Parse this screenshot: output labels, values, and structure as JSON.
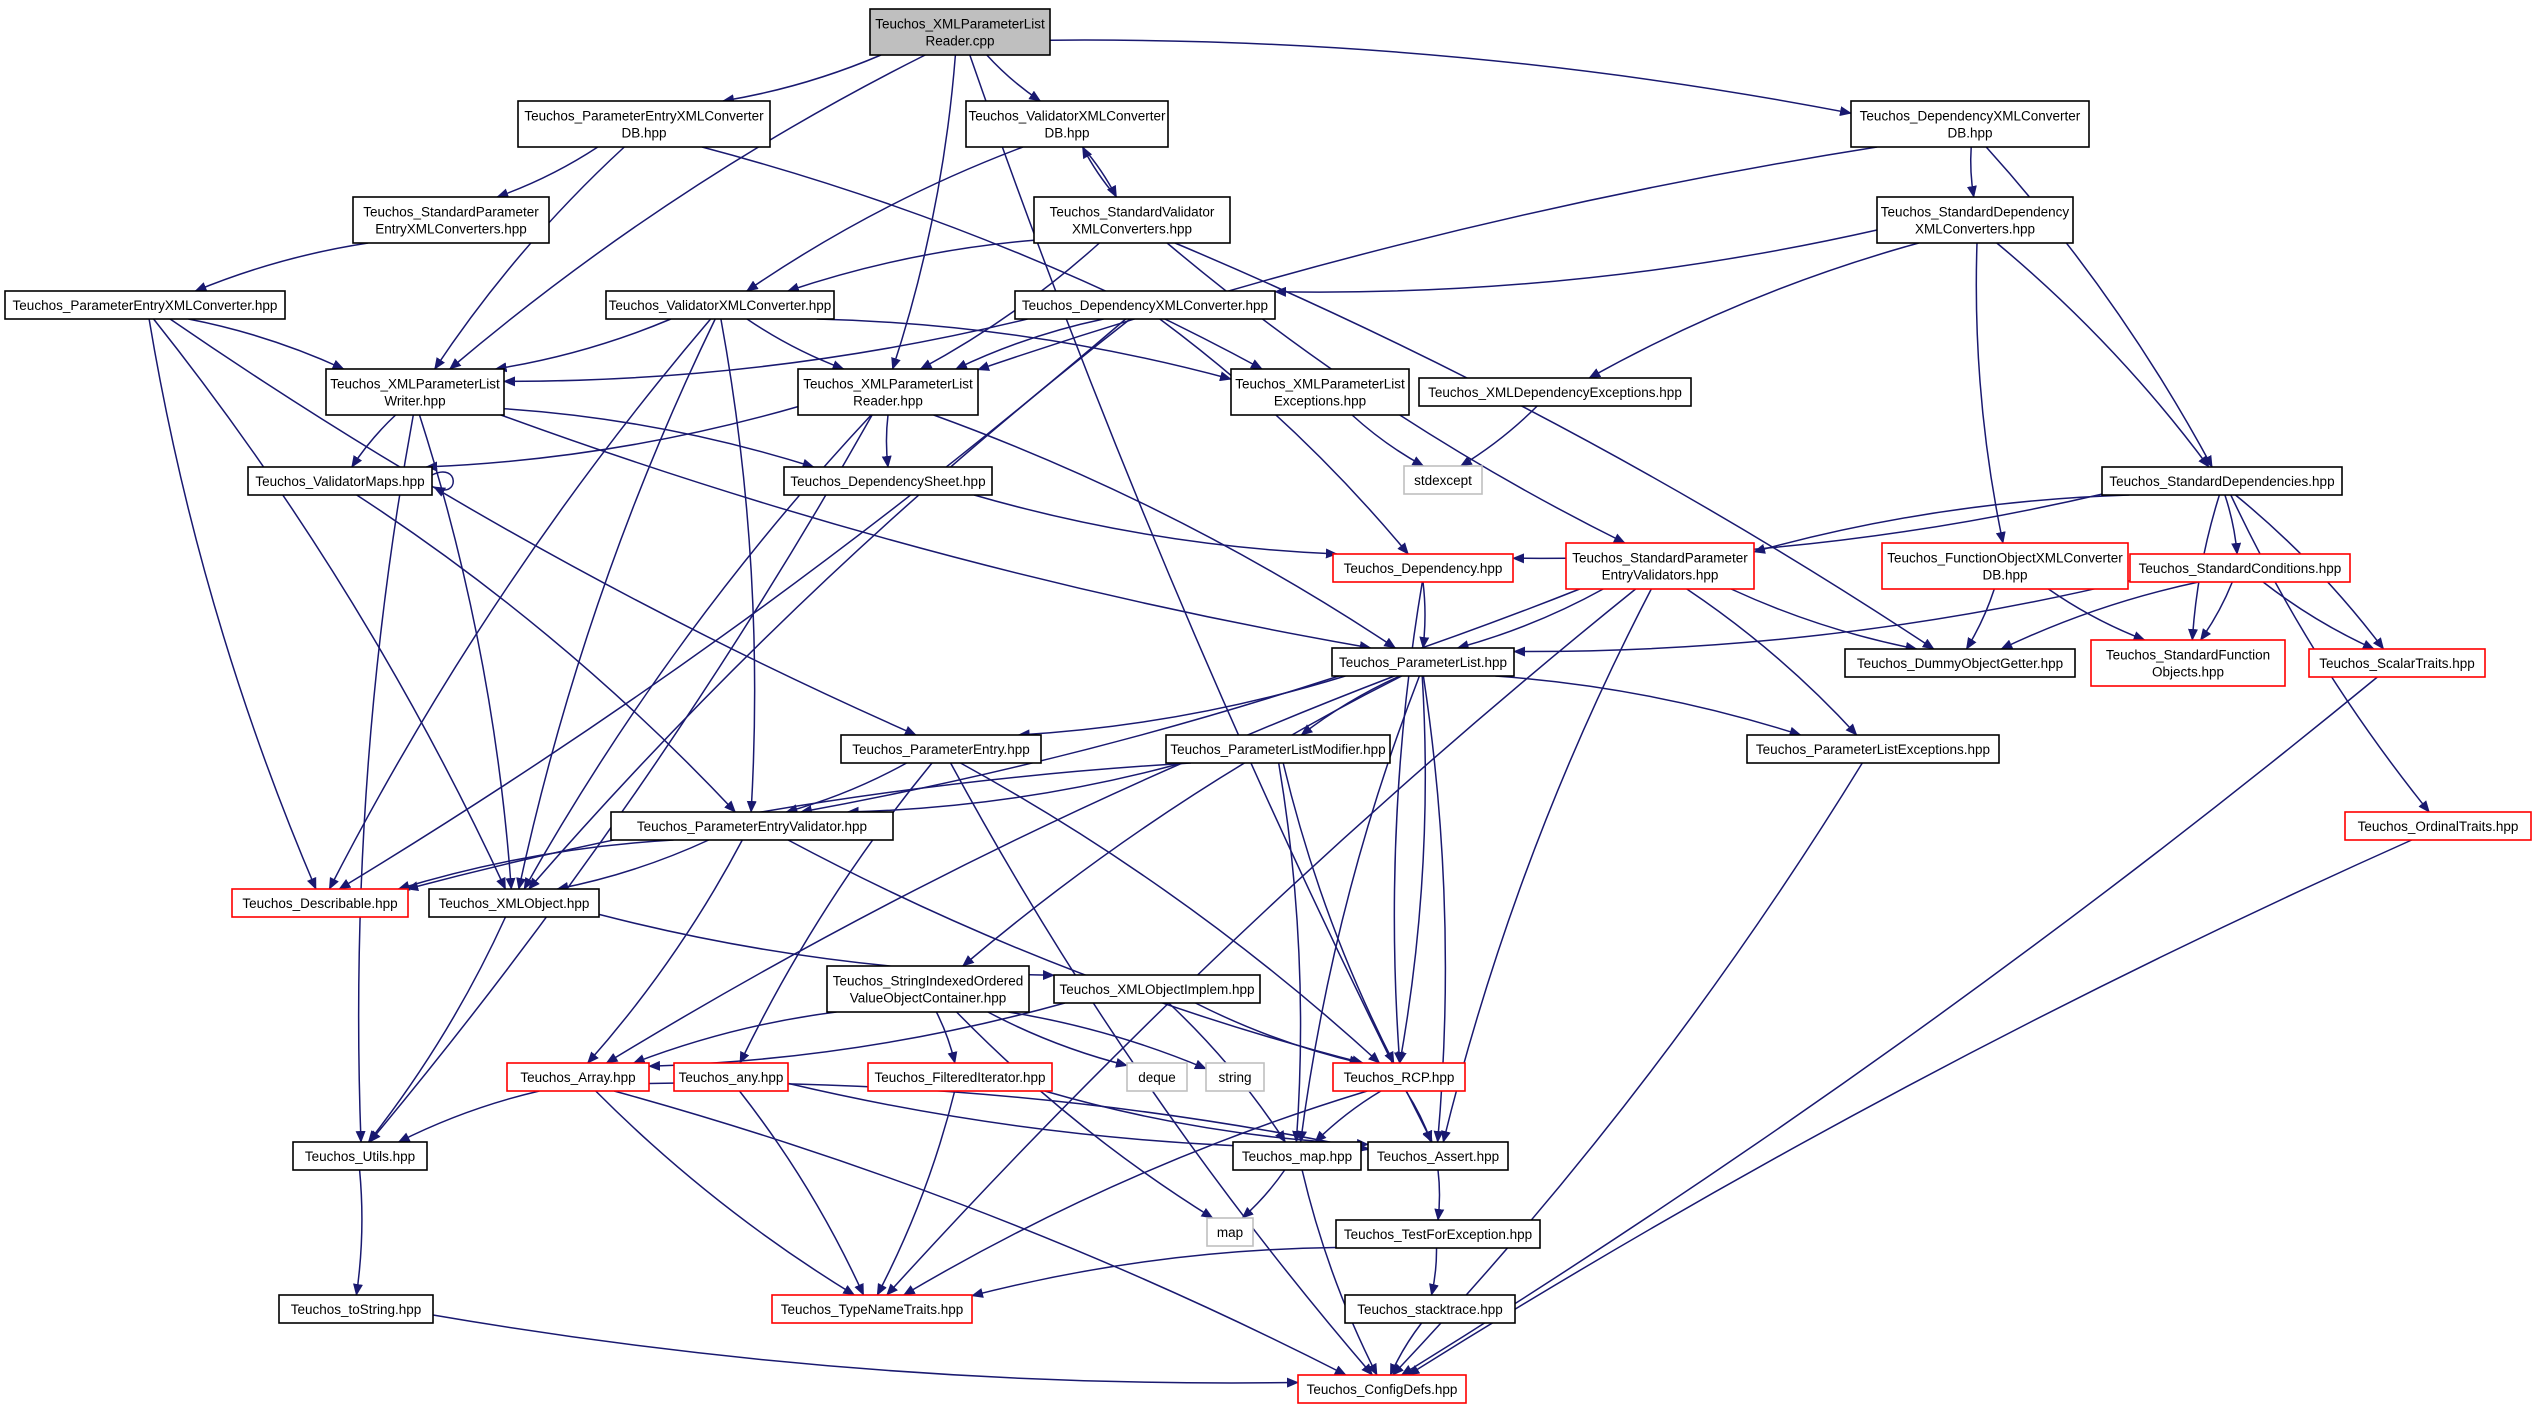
{
  "graph": {
    "colors": {
      "edge": "#191970",
      "normal_border": "#000000",
      "external_border": "#ff0000",
      "system_border": "#bfbfbf",
      "root_fill": "#bfbfbf"
    },
    "nodes": [
      {
        "id": "root",
        "lines": [
          "Teuchos_XMLParameterList",
          "Reader.cpp"
        ],
        "style": "root"
      },
      {
        "id": "pexmlcdb",
        "lines": [
          "Teuchos_ParameterEntryXMLConverter",
          "DB.hpp"
        ],
        "style": "normal"
      },
      {
        "id": "vxmlcdb",
        "lines": [
          "Teuchos_ValidatorXMLConverter",
          "DB.hpp"
        ],
        "style": "normal"
      },
      {
        "id": "depxmlcdb",
        "lines": [
          "Teuchos_DependencyXMLConverter",
          "DB.hpp"
        ],
        "style": "normal"
      },
      {
        "id": "stdpexmlc",
        "lines": [
          "Teuchos_StandardParameter",
          "EntryXMLConverters.hpp"
        ],
        "style": "normal"
      },
      {
        "id": "stdvxmlc",
        "lines": [
          "Teuchos_StandardValidator",
          "XMLConverters.hpp"
        ],
        "style": "normal"
      },
      {
        "id": "stddepxmlc",
        "lines": [
          "Teuchos_StandardDependency",
          "XMLConverters.hpp"
        ],
        "style": "normal"
      },
      {
        "id": "pexmlc",
        "lines": [
          "Teuchos_ParameterEntryXMLConverter.hpp"
        ],
        "style": "normal"
      },
      {
        "id": "vxmlc",
        "lines": [
          "Teuchos_ValidatorXMLConverter.hpp"
        ],
        "style": "normal"
      },
      {
        "id": "depxmlc",
        "lines": [
          "Teuchos_DependencyXMLConverter.hpp"
        ],
        "style": "normal"
      },
      {
        "id": "xmlwriter",
        "lines": [
          "Teuchos_XMLParameterList",
          "Writer.hpp"
        ],
        "style": "normal"
      },
      {
        "id": "xmlreader",
        "lines": [
          "Teuchos_XMLParameterList",
          "Reader.hpp"
        ],
        "style": "normal"
      },
      {
        "id": "xmlexc",
        "lines": [
          "Teuchos_XMLParameterList",
          "Exceptions.hpp"
        ],
        "style": "normal"
      },
      {
        "id": "xmldepexc",
        "lines": [
          "Teuchos_XMLDependencyExceptions.hpp"
        ],
        "style": "normal"
      },
      {
        "id": "stdexcept",
        "lines": [
          "stdexcept"
        ],
        "style": "system"
      },
      {
        "id": "vmaps",
        "lines": [
          "Teuchos_ValidatorMaps.hpp"
        ],
        "style": "normal"
      },
      {
        "id": "depsheet",
        "lines": [
          "Teuchos_DependencySheet.hpp"
        ],
        "style": "normal"
      },
      {
        "id": "stddeps",
        "lines": [
          "Teuchos_StandardDependencies.hpp"
        ],
        "style": "normal"
      },
      {
        "id": "dependency",
        "lines": [
          "Teuchos_Dependency.hpp"
        ],
        "style": "external"
      },
      {
        "id": "stdpev",
        "lines": [
          "Teuchos_StandardParameter",
          "EntryValidators.hpp"
        ],
        "style": "external"
      },
      {
        "id": "fobjxmlcdb",
        "lines": [
          "Teuchos_FunctionObjectXMLConverter",
          "DB.hpp"
        ],
        "style": "external"
      },
      {
        "id": "stdcond",
        "lines": [
          "Teuchos_StandardConditions.hpp"
        ],
        "style": "external"
      },
      {
        "id": "plist",
        "lines": [
          "Teuchos_ParameterList.hpp"
        ],
        "style": "normal"
      },
      {
        "id": "dummyobj",
        "lines": [
          "Teuchos_DummyObjectGetter.hpp"
        ],
        "style": "normal"
      },
      {
        "id": "stdfunc",
        "lines": [
          "Teuchos_StandardFunction",
          "Objects.hpp"
        ],
        "style": "external"
      },
      {
        "id": "scalar",
        "lines": [
          "Teuchos_ScalarTraits.hpp"
        ],
        "style": "external"
      },
      {
        "id": "pentry",
        "lines": [
          "Teuchos_ParameterEntry.hpp"
        ],
        "style": "normal"
      },
      {
        "id": "plmod",
        "lines": [
          "Teuchos_ParameterListModifier.hpp"
        ],
        "style": "normal"
      },
      {
        "id": "plexc",
        "lines": [
          "Teuchos_ParameterListExceptions.hpp"
        ],
        "style": "normal"
      },
      {
        "id": "ordinal",
        "lines": [
          "Teuchos_OrdinalTraits.hpp"
        ],
        "style": "external"
      },
      {
        "id": "pev",
        "lines": [
          "Teuchos_ParameterEntryValidator.hpp"
        ],
        "style": "normal"
      },
      {
        "id": "describable",
        "lines": [
          "Teuchos_Describable.hpp"
        ],
        "style": "external"
      },
      {
        "id": "xmlobject",
        "lines": [
          "Teuchos_XMLObject.hpp"
        ],
        "style": "normal"
      },
      {
        "id": "sioc",
        "lines": [
          "Teuchos_StringIndexedOrdered",
          "ValueObjectContainer.hpp"
        ],
        "style": "normal"
      },
      {
        "id": "xmlobjimpl",
        "lines": [
          "Teuchos_XMLObjectImplem.hpp"
        ],
        "style": "normal"
      },
      {
        "id": "array",
        "lines": [
          "Teuchos_Array.hpp"
        ],
        "style": "external"
      },
      {
        "id": "any",
        "lines": [
          "Teuchos_any.hpp"
        ],
        "style": "external"
      },
      {
        "id": "filtered",
        "lines": [
          "Teuchos_FilteredIterator.hpp"
        ],
        "style": "external"
      },
      {
        "id": "deque",
        "lines": [
          "deque"
        ],
        "style": "system"
      },
      {
        "id": "string",
        "lines": [
          "string"
        ],
        "style": "system"
      },
      {
        "id": "rcp",
        "lines": [
          "Teuchos_RCP.hpp"
        ],
        "style": "external"
      },
      {
        "id": "utils",
        "lines": [
          "Teuchos_Utils.hpp"
        ],
        "style": "normal"
      },
      {
        "id": "tmap",
        "lines": [
          "Teuchos_map.hpp"
        ],
        "style": "normal"
      },
      {
        "id": "assert",
        "lines": [
          "Teuchos_Assert.hpp"
        ],
        "style": "normal"
      },
      {
        "id": "map",
        "lines": [
          "map"
        ],
        "style": "system"
      },
      {
        "id": "testexc",
        "lines": [
          "Teuchos_TestForException.hpp"
        ],
        "style": "normal"
      },
      {
        "id": "tostring",
        "lines": [
          "Teuchos_toString.hpp"
        ],
        "style": "normal"
      },
      {
        "id": "typename",
        "lines": [
          "Teuchos_TypeNameTraits.hpp"
        ],
        "style": "external"
      },
      {
        "id": "stacktrace",
        "lines": [
          "Teuchos_stacktrace.hpp"
        ],
        "style": "normal"
      },
      {
        "id": "configdefs",
        "lines": [
          "Teuchos_ConfigDefs.hpp"
        ],
        "style": "external"
      }
    ],
    "edges": [
      [
        "root",
        "pexmlcdb"
      ],
      [
        "root",
        "vxmlcdb"
      ],
      [
        "root",
        "depxmlcdb"
      ],
      [
        "root",
        "xmlwriter"
      ],
      [
        "root",
        "xmlreader"
      ],
      [
        "root",
        "assert"
      ],
      [
        "pexmlcdb",
        "stdpexmlc"
      ],
      [
        "pexmlcdb",
        "xmlwriter"
      ],
      [
        "pexmlcdb",
        "xmlexc"
      ],
      [
        "stdpexmlc",
        "pexmlc"
      ],
      [
        "vxmlcdb",
        "stdvxmlc"
      ],
      [
        "vxmlcdb",
        "vxmlc"
      ],
      [
        "stdvxmlc",
        "vxmlcdb"
      ],
      [
        "stdvxmlc",
        "vxmlc"
      ],
      [
        "stdvxmlc",
        "xmlreader"
      ],
      [
        "stdvxmlc",
        "stdpev"
      ],
      [
        "stdvxmlc",
        "dummyobj"
      ],
      [
        "depxmlcdb",
        "stddepxmlc"
      ],
      [
        "depxmlcdb",
        "stddeps"
      ],
      [
        "depxmlcdb",
        "xmlreader"
      ],
      [
        "stddepxmlc",
        "depxmlc"
      ],
      [
        "stddepxmlc",
        "xmldepexc"
      ],
      [
        "stddepxmlc",
        "stddeps"
      ],
      [
        "stddepxmlc",
        "fobjxmlcdb"
      ],
      [
        "pexmlc",
        "xmlwriter"
      ],
      [
        "pexmlc",
        "pentry"
      ],
      [
        "pexmlc",
        "xmlobject"
      ],
      [
        "pexmlc",
        "describable"
      ],
      [
        "vxmlc",
        "xmlwriter"
      ],
      [
        "vxmlc",
        "xmlreader"
      ],
      [
        "vxmlc",
        "xmlexc"
      ],
      [
        "vxmlc",
        "describable"
      ],
      [
        "vxmlc",
        "pev"
      ],
      [
        "vxmlc",
        "xmlobject"
      ],
      [
        "depxmlc",
        "xmlwriter"
      ],
      [
        "depxmlc",
        "xmlreader"
      ],
      [
        "depxmlc",
        "dependency"
      ],
      [
        "depxmlc",
        "xmlobject"
      ],
      [
        "depxmlc",
        "describable"
      ],
      [
        "xmlwriter",
        "vmaps"
      ],
      [
        "xmlwriter",
        "depsheet"
      ],
      [
        "xmlwriter",
        "plist"
      ],
      [
        "xmlwriter",
        "xmlobject"
      ],
      [
        "xmlwriter",
        "utils"
      ],
      [
        "xmlreader",
        "vmaps"
      ],
      [
        "xmlreader",
        "depsheet"
      ],
      [
        "xmlreader",
        "plist"
      ],
      [
        "xmlreader",
        "xmlobject"
      ],
      [
        "xmlreader",
        "utils"
      ],
      [
        "xmlexc",
        "stdexcept"
      ],
      [
        "xmldepexc",
        "stdexcept"
      ],
      [
        "vmaps",
        "vmaps"
      ],
      [
        "vmaps",
        "pev"
      ],
      [
        "depsheet",
        "dependency"
      ],
      [
        "stddeps",
        "dependency"
      ],
      [
        "stddeps",
        "stdpev"
      ],
      [
        "stddeps",
        "stdcond"
      ],
      [
        "stddeps",
        "stdfunc"
      ],
      [
        "stddeps",
        "scalar"
      ],
      [
        "stddeps",
        "ordinal"
      ],
      [
        "dependency",
        "plist"
      ],
      [
        "dependency",
        "rcp"
      ],
      [
        "stdpev",
        "plist"
      ],
      [
        "stdpev",
        "dummyobj"
      ],
      [
        "stdpev",
        "plexc"
      ],
      [
        "stdpev",
        "assert"
      ],
      [
        "stdpev",
        "pev"
      ],
      [
        "stdpev",
        "typename"
      ],
      [
        "fobjxmlcdb",
        "dummyobj"
      ],
      [
        "fobjxmlcdb",
        "stdfunc"
      ],
      [
        "stdcond",
        "plist"
      ],
      [
        "stdcond",
        "dummyobj"
      ],
      [
        "stdcond",
        "stdfunc"
      ],
      [
        "stdcond",
        "scalar"
      ],
      [
        "plist",
        "pentry"
      ],
      [
        "plist",
        "plmod"
      ],
      [
        "plist",
        "plexc"
      ],
      [
        "plist",
        "sioc"
      ],
      [
        "plist",
        "rcp"
      ],
      [
        "plist",
        "tmap"
      ],
      [
        "plist",
        "assert"
      ],
      [
        "plist",
        "array"
      ],
      [
        "pentry",
        "pev"
      ],
      [
        "pentry",
        "any"
      ],
      [
        "pentry",
        "rcp"
      ],
      [
        "pentry",
        "configdefs"
      ],
      [
        "plmod",
        "pev"
      ],
      [
        "plmod",
        "rcp"
      ],
      [
        "plmod",
        "tmap"
      ],
      [
        "plmod",
        "describable"
      ],
      [
        "plexc",
        "configdefs"
      ],
      [
        "pev",
        "describable"
      ],
      [
        "pev",
        "xmlobject"
      ],
      [
        "pev",
        "rcp"
      ],
      [
        "pev",
        "array"
      ],
      [
        "xmlobject",
        "xmlobjimpl"
      ],
      [
        "xmlobject",
        "utils"
      ],
      [
        "sioc",
        "array"
      ],
      [
        "sioc",
        "filtered"
      ],
      [
        "sioc",
        "deque"
      ],
      [
        "sioc",
        "string"
      ],
      [
        "sioc",
        "map"
      ],
      [
        "xmlobjimpl",
        "array"
      ],
      [
        "xmlobjimpl",
        "rcp"
      ],
      [
        "xmlobjimpl",
        "tmap"
      ],
      [
        "array",
        "utils"
      ],
      [
        "array",
        "assert"
      ],
      [
        "array",
        "typename"
      ],
      [
        "array",
        "configdefs"
      ],
      [
        "any",
        "assert"
      ],
      [
        "any",
        "typename"
      ],
      [
        "filtered",
        "assert"
      ],
      [
        "filtered",
        "typename"
      ],
      [
        "rcp",
        "tmap"
      ],
      [
        "rcp",
        "assert"
      ],
      [
        "rcp",
        "typename"
      ],
      [
        "tmap",
        "map"
      ],
      [
        "tmap",
        "configdefs"
      ],
      [
        "assert",
        "testexc"
      ],
      [
        "testexc",
        "typename"
      ],
      [
        "testexc",
        "stacktrace"
      ],
      [
        "stacktrace",
        "configdefs"
      ],
      [
        "utils",
        "tostring"
      ],
      [
        "tostring",
        "configdefs"
      ],
      [
        "scalar",
        "configdefs"
      ],
      [
        "ordinal",
        "configdefs"
      ]
    ]
  }
}
